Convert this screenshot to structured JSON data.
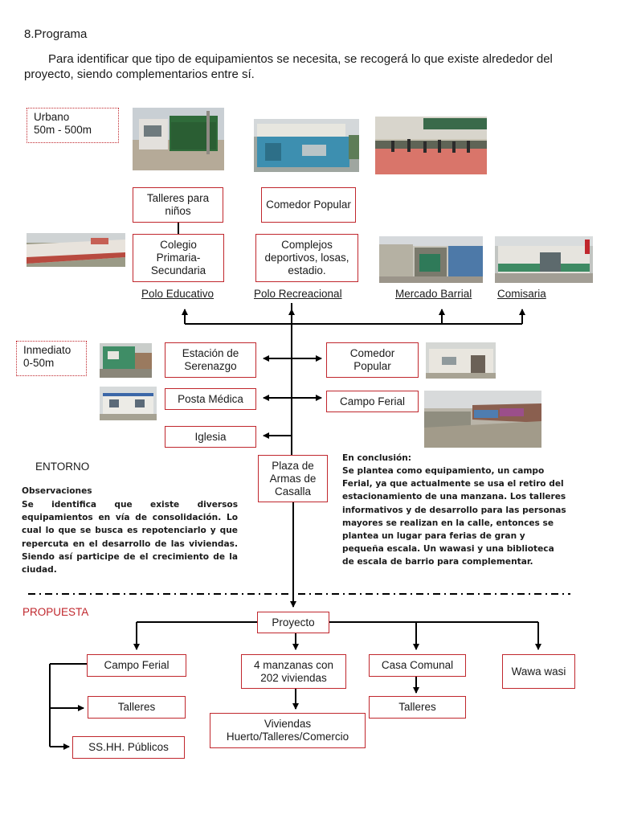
{
  "heading": "8.Programa",
  "intro": "Para identificar que tipo de equipamientos se necesita, se recogerá lo que existe alrededor del proyecto, siendo complementarios entre sí.",
  "zones": {
    "urbano_line1": "Urbano",
    "urbano_line2": "50m - 500m",
    "inmediato_line1": "Inmediato",
    "inmediato_line2": "0-50m"
  },
  "urbano_boxes": {
    "talleres_ninos": "Talleres para niños",
    "comedor_popular": "Comedor Popular",
    "colegio": "Colegio Primaria-Secundaria",
    "complejos": "Complejos deportivos, losas, estadio."
  },
  "polos": {
    "educativo": "Polo Educativo",
    "recreacional": "Polo Recreacional",
    "mercado": "Mercado Barrial",
    "comisaria": "Comisaria"
  },
  "inmediato_boxes": {
    "serenazgo": "Estación de Serenazgo",
    "comedor": "Comedor Popular",
    "posta": "Posta Médica",
    "campo_ferial": "Campo Ferial",
    "iglesia": "Iglesia",
    "plaza": "Plaza de Armas de Casalla"
  },
  "entorno": {
    "title": "ENTORNO",
    "obs_title": "Observaciones",
    "obs_text": "Se identifica que existe diversos equipamientos en vía de consolidación. Lo cual lo que se busca es repotenciarlo y que repercuta en el desarrollo de las viviendas. Siendo así participe de el crecimiento de la ciudad."
  },
  "conclusion": {
    "title": "En conclusión:",
    "text": "Se plantea como equipamiento, un campo Ferial, ya que actualmente se usa el retiro del estacionamiento de una manzana. Los talleres informativos y de desarrollo para las personas mayores se realizan en la calle, entonces se plantea un lugar para ferias de gran y pequeña escala. Un wawasi y una biblioteca de escala de barrio para complementar."
  },
  "propuesta": {
    "title": "PROPUESTA",
    "proyecto": "Proyecto",
    "campo_ferial": "Campo Ferial",
    "manzanas": "4 manzanas con 202 viviendas",
    "casa_comunal": "Casa Comunal",
    "wawa_wasi": "Wawa wasi",
    "talleres_1": "Talleres",
    "sshh": "SS.HH. Públicos",
    "viviendas": "Viviendas Huerto/Talleres/Comercio",
    "talleres_2": "Talleres"
  },
  "colors": {
    "accent_red": "#c0272d",
    "text": "#1a1a1a"
  }
}
